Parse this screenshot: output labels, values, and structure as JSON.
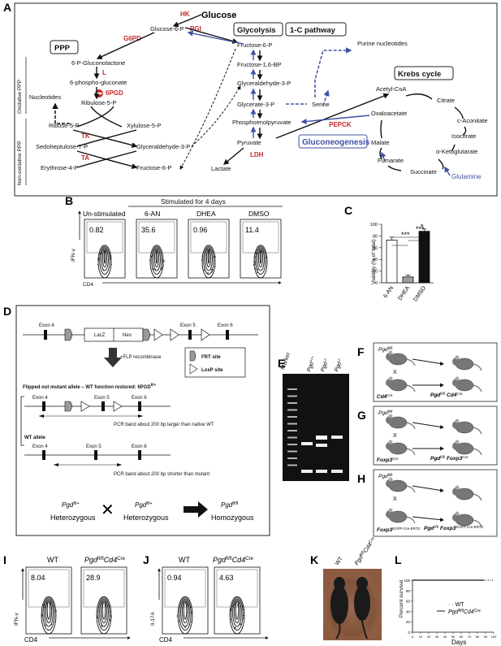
{
  "panels": {
    "A": "A",
    "B": "B",
    "C": "C",
    "D": "D",
    "E": "E",
    "F": "F",
    "G": "G",
    "H": "H",
    "I": "I",
    "J": "J",
    "K": "K",
    "L": "L"
  },
  "panelA": {
    "pathways": {
      "ppp": "PPP",
      "glycolysis": "Glycolysis",
      "one_c": "1-C pathway",
      "krebs": "Krebs cycle",
      "gluconeo": "Gluconeogenesis"
    },
    "side_labels": {
      "oxidative": "Oxidative PPP",
      "non_oxidative": "Non-oxidative PPP"
    },
    "metabolites": {
      "glucose": "Glucose",
      "g6p": "Glucose-6-P",
      "gluconolactone": "6-P-Gluconolactone",
      "phosphogluconate": "6-phospho-gluconate",
      "ru5p": "Ribulose-5-P",
      "r5p": "Ribose-5-P",
      "xu5p": "Xylulose-5-P",
      "s7p": "Sedoheptulose-7-P",
      "ga3p_ppp": "Glyceraldehyde-3-P",
      "e4p": "Erythrose-4-P",
      "f6p_ppp": "Fructose-6-P",
      "nucleotides": "Nucleotides",
      "f6p": "Fructose-6-P",
      "f16bp": "Fructose-1,6-BP",
      "ga3p": "Glyceraldehyde-3-P",
      "g3p": "Glycerate-3-P",
      "pep": "Phosphoenolpyruvate",
      "pyruvate": "Pyruvate",
      "lactate": "Lactate",
      "serine": "Serine",
      "purine": "Purine nucleotides",
      "acetylcoa": "Acetyl-CoA",
      "citrate": "Citrate",
      "caconitate": "c-Aconitate",
      "isocitrate": "Isocitrate",
      "akg": "α-Ketoglutarate",
      "succinate": "Succinate",
      "fumarate": "Fumarate",
      "malate": "Malate",
      "oxaloacetate": "Oxaloacetate",
      "glutamine": "Glutamine"
    },
    "enzymes": {
      "hk": "HK",
      "pgi": "PGI",
      "g6pd": "G6PD",
      "l": "L",
      "pgd": "6PGD",
      "tk": "TK",
      "ta": "TA",
      "ldh": "LDH",
      "pepck": "PEPCK"
    },
    "colors": {
      "enzyme": "#c62828",
      "gluconeo": "#3f51a5",
      "glutamine": "#3f51a5"
    }
  },
  "panelB": {
    "title": "Stimulated for 4 days",
    "ylabel": "IFN-γ",
    "xlabel": "CD4",
    "plots": [
      {
        "label": "Un-stimulated",
        "value": "0.82"
      },
      {
        "label": "6-AN",
        "value": "35.6"
      },
      {
        "label": "DHEA",
        "value": "0.96"
      },
      {
        "label": "DMSO",
        "value": "11.4"
      }
    ]
  },
  "panelC": {
    "ylabel": "Viability (% of total)",
    "sig": [
      "*",
      "***",
      "***"
    ]
  },
  "chart_data": {
    "type": "bar",
    "categories": [
      "6-AN",
      "DHEA",
      "DMSO"
    ],
    "values": [
      73,
      10,
      88
    ],
    "errors": [
      5,
      3,
      4
    ],
    "colors": [
      "#ffffff",
      "#9e9e9e",
      "#111111"
    ],
    "ylim": [
      0,
      100
    ],
    "yticks": [
      0,
      20,
      40,
      60,
      80,
      100
    ],
    "ylabel": "Viability (% of total)",
    "title": ""
  },
  "panelD": {
    "exon4": "Exon 4",
    "exon5": "Exon 5",
    "exon6": "Exon 6",
    "lacz": "LacZ",
    "neo": "Neo",
    "flp": "+FLP recombinase",
    "frt": "FRT site",
    "loxp": "LoxP site",
    "flipped": "Flipped out mutant allele – WT function restored: 6PGD",
    "flipped_sup": "fl/+",
    "pcr1": "PCR band about 200 bp larger than native WT",
    "wt": "WT allele",
    "pcr2": "PCR band about 200 bp shorter than mutant",
    "gene": "Pgd",
    "fl_plus": "fl/+",
    "fl_fl": "fl/fl",
    "het": "Heterozygous",
    "hom": "Homozygous",
    "cross": "✕"
  },
  "panelE": {
    "lanes": [
      "Marker",
      "Pgd",
      "Pgd",
      "Pgd"
    ],
    "sups": [
      "",
      "+/+",
      "-/-",
      "-/-"
    ]
  },
  "panelF": {
    "parent1": "Pgd",
    "p1sup": "fl/fl",
    "parent2": "Cd4",
    "p2sup": "Cre",
    "x": "X",
    "off": "Pgd",
    "offsup": "fl/fl",
    "offgene": "Cd4",
    "offgenesup": "Cre"
  },
  "panelG": {
    "parent1": "Pgd",
    "p1sup": "fl/fl",
    "parent2": "Foxp3",
    "p2sup": "Cre",
    "x": "X",
    "off": "Pgd",
    "offsup": "fl/fl",
    "offgene": "Foxp3",
    "offgenesup": "Cre"
  },
  "panelH": {
    "parent1": "Pgd",
    "p1sup": "fl/fl",
    "parent2": "Foxp3",
    "p2sup": "EGFP-Cre-ERT2",
    "x": "X",
    "off": "Pgd",
    "offsup": "fl/fl",
    "offgene": "Foxp3",
    "offgenesup": "EGFP-Cre-ERT2"
  },
  "panelI": {
    "ylabel": "IFN-γ",
    "xlabel": "CD4",
    "wt": "WT",
    "ko": "Pgd",
    "kosup": "fl/fl",
    "kogene": "Cd4",
    "kogenesup": "Cre",
    "v1": "8.04",
    "v2": "28.9"
  },
  "panelJ": {
    "ylabel": "Il-17A",
    "xlabel": "CD4",
    "wt": "WT",
    "ko": "Pgd",
    "kosup": "fl/fl",
    "kogene": "Cd4",
    "kogenesup": "Cre",
    "v1": "0.94",
    "v2": "4.63"
  },
  "panelK": {
    "wt": "WT",
    "ko": "Pgd",
    "kosup": "fl/fl",
    "kogene": "Cd4",
    "kogenesup": "Cre"
  },
  "panelL": {
    "ylabel": "Percent survival",
    "xlabel": "Days",
    "legend_wt": "WT",
    "legend_ko": "Pgd",
    "legend_kosup": "fl/fl",
    "legend_kogene": "Cd4",
    "legend_kogenesup": "Cre",
    "xticks": [
      "0",
      "10",
      "20",
      "30",
      "40",
      "50",
      "60",
      "70",
      "80",
      "90",
      "100"
    ],
    "yticks": [
      "0",
      "20",
      "40",
      "60",
      "80",
      "100"
    ]
  }
}
